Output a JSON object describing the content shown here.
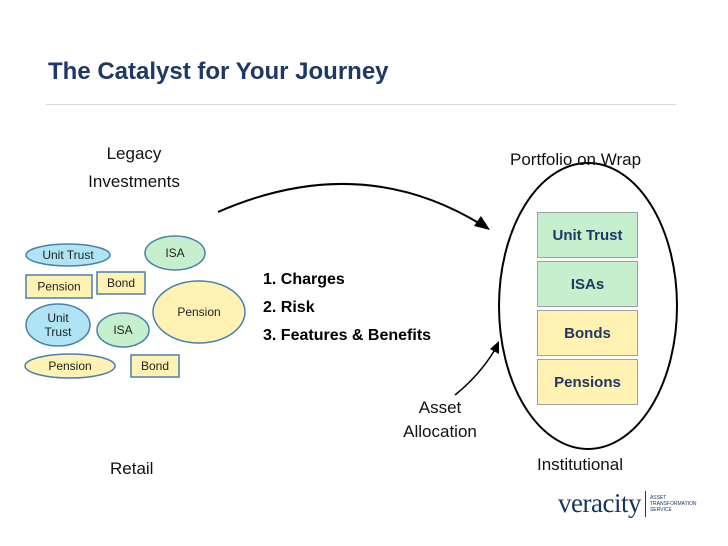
{
  "title": "The Catalyst for Your Journey",
  "left_label": {
    "line1": "Legacy",
    "line2": "Investments"
  },
  "right_label": "Portfolio on Wrap",
  "bottom_left": "Retail",
  "bottom_right": "Institutional",
  "asset_allocation": {
    "line1": "Asset",
    "line2": "Allocation"
  },
  "steps": [
    "1. Charges",
    "2. Risk",
    "3. Features & Benefits"
  ],
  "stack": [
    {
      "label": "Unit Trust",
      "color": "#c6efce"
    },
    {
      "label": "ISAs",
      "color": "#c6efce"
    },
    {
      "label": "Bonds",
      "color": "#fff2b3"
    },
    {
      "label": "Pensions",
      "color": "#fff2b3"
    }
  ],
  "bubbles": {
    "unit_trust_1": "Unit Trust",
    "isa_1": "ISA",
    "pension_1": "Pension",
    "bond_1": "Bond",
    "pension_2": "Pension",
    "unit_trust_2": {
      "line1": "Unit",
      "line2": "Trust"
    },
    "isa_2": "ISA",
    "pension_3": "Pension",
    "bond_2": "Bond"
  },
  "bubble_colors": {
    "blue": "#aee4f4",
    "green": "#c6efce",
    "yellow": "#fff2b3",
    "stroke": "#4a7fae"
  },
  "logo": {
    "word": "veracity",
    "tag": [
      "ASSET",
      "TRANSFORMATION",
      "SERVICE"
    ]
  }
}
